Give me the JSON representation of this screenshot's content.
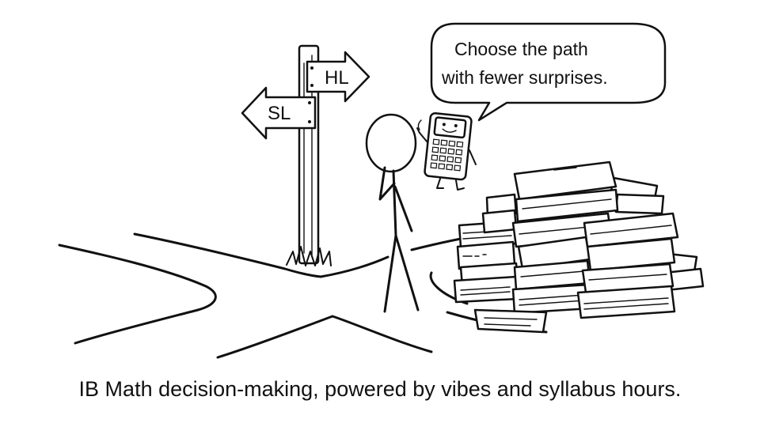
{
  "signpost": {
    "right_sign": "HL",
    "left_sign": "SL"
  },
  "speech_bubble": {
    "line1": "Choose the path",
    "line2": "with fewer surprises."
  },
  "caption": "IB Math decision-making, powered by vibes and syllabus hours.",
  "icons": {
    "stick_figure": "person-thinking-icon",
    "calculator": "calculator-character-icon",
    "books": "book-stack-icon",
    "signpost": "signpost-icon"
  }
}
